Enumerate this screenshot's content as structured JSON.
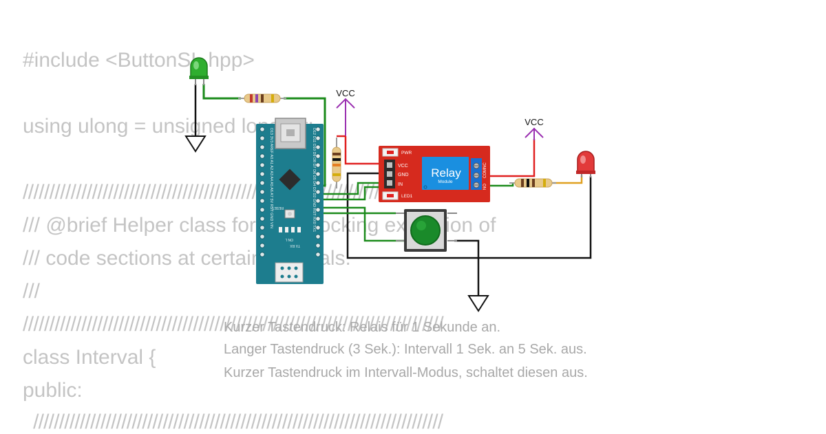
{
  "code_lines": [
    "#include <ButtonSL.hpp>",
    "using ulong = unsigned long int;",
    "///////////////////////////////////////////////////////////////////////////////",
    "/// @brief Helper class for non-blocking execution of",
    "/// code sections at certain intervals.",
    "///",
    "///////////////////////////////////////////////////////////////////////////////",
    "class Interval {",
    "public:",
    "  ///////////////////////////////////////////////////////////////////////////////"
  ],
  "description_lines": [
    "Kurzer Tastendruck: Relais für 1 Sekunde an.",
    "Langer Tastendruck (3 Sek.): Intervall 1 Sek. an 5 Sek. aus.",
    "Kurzer Tastendruck im Intervall-Modus, schaltet diesen aus."
  ],
  "circuit": {
    "vcc_label": "VCC",
    "relay": {
      "title": "Relay",
      "subtitle": "Module",
      "pin_labels": [
        "VCC",
        "GND",
        "IN"
      ],
      "led_labels": [
        "PWR",
        "LED1"
      ],
      "terminal_labels": [
        "NO",
        "COM",
        "NC"
      ]
    },
    "arduino": {
      "reset_label": "RESET",
      "led_label": "ON L",
      "serial_label": "TX RX",
      "top_pins": "D13 3V3 AREF A0 A1 A2 A3 A4 A5 A6 A7 5V RST GND VIN",
      "bottom_pins": "D12 D11 D10 D9 D8 D7 D6 D5 D4 D3 D2 GND RST RX0 TX1"
    },
    "colors": {
      "wire_green": "#1a8a1a",
      "wire_red": "#e02020",
      "wire_black": "#111111",
      "vcc_purple": "#9a2fb0",
      "relay_board": "#d62a1e",
      "relay_blue": "#1a8fe0",
      "arduino_board": "#1d7d8e",
      "button_green": "#1a8a2a",
      "led_green": "#2fae2f",
      "led_red": "#e23a3a"
    }
  }
}
